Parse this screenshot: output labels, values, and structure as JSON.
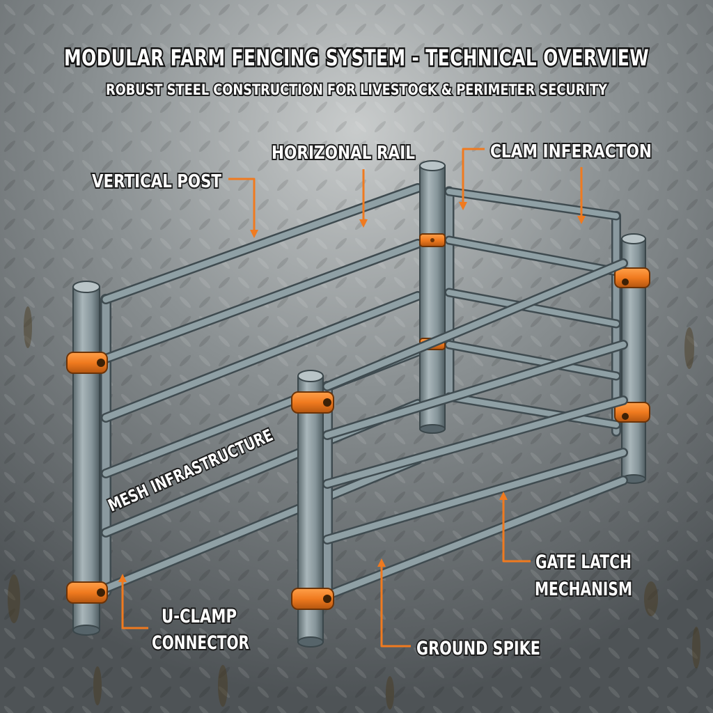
{
  "title": "MODULAR FARM FENCING SYSTEM - TECHNICAL OVERVIEW",
  "subtitle": "ROBUST STEEL CONSTRUCTION FOR LIVESTOCK & PERIMETER SECURITY",
  "labels": {
    "vertical_post": "VERTICAL POST",
    "horizontal_rail": "HORIZONAL RAIL",
    "clamp_interaction": "CLAM INFERACTON",
    "mesh_infrastructure": "MESH INFRASTRUCTURE",
    "u_clamp_line1": "U-CLAMP",
    "u_clamp_line2": "CONNECTOR",
    "ground_spike": "GROUND SPIKE",
    "gate_latch_line1": "GATE LATCH",
    "gate_latch_line2": "MECHANISM"
  },
  "colors": {
    "background": "#6f7477",
    "steel": "#8a999f",
    "steel_dark": "#4f5d62",
    "clamp": "#f07a1f",
    "leader": "#f07a1f"
  }
}
